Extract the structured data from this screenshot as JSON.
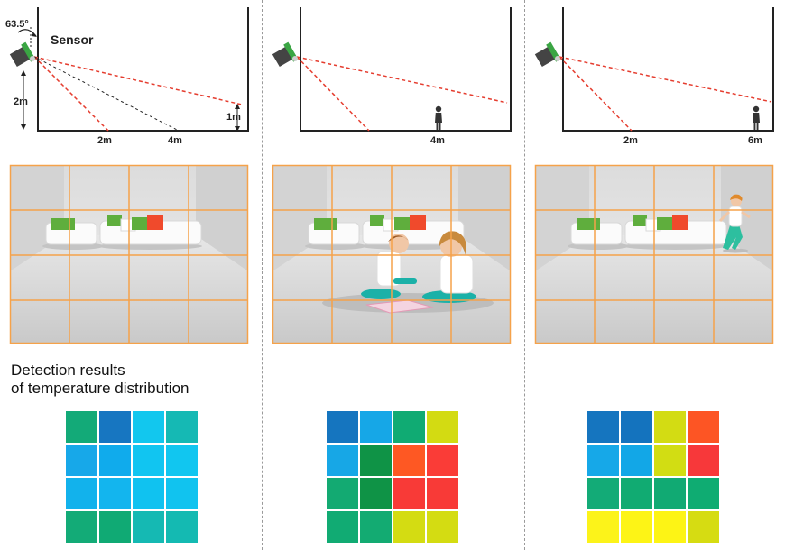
{
  "top_diagram": {
    "angle_label": "63.5°",
    "sensor_label": "Sensor",
    "height_label": "2m",
    "target_height_label": "1m",
    "panels": [
      {
        "distance_labels": [
          "2m",
          "4m"
        ],
        "has_person": false
      },
      {
        "distance_labels": [
          "4m"
        ],
        "has_person": true
      },
      {
        "distance_labels": [
          "2m",
          "6m"
        ],
        "has_person": true
      }
    ]
  },
  "caption": {
    "line1": "Detection results",
    "line2": "of temperature distribution"
  },
  "heatmaps": [
    {
      "name": "empty-room",
      "cells": [
        [
          "#13aa78",
          "#1776c1",
          "#12c7ee",
          "#15b9b4"
        ],
        [
          "#17a8e9",
          "#10abec",
          "#11c5f1",
          "#11c6f0"
        ],
        [
          "#12b2ec",
          "#13b5ee",
          "#10c2f0",
          "#11c3ef"
        ],
        [
          "#13ab77",
          "#10aa74",
          "#15b9b3",
          "#14bab2"
        ]
      ]
    },
    {
      "name": "two-children",
      "cells": [
        [
          "#1575bf",
          "#16a7e7",
          "#10ab73",
          "#d3db12"
        ],
        [
          "#17a7e6",
          "#0f9346",
          "#fe5823",
          "#fa3c37"
        ],
        [
          "#13aa72",
          "#0f9346",
          "#f83a37",
          "#f83a37"
        ],
        [
          "#11ab73",
          "#13ab72",
          "#d4dc12",
          "#d4dc12"
        ]
      ]
    },
    {
      "name": "walking-child",
      "cells": [
        [
          "#1575bf",
          "#1473be",
          "#d3dc13",
          "#fd5524"
        ],
        [
          "#16a8e8",
          "#12a7e7",
          "#d2dd13",
          "#f7383a"
        ],
        [
          "#13ab77",
          "#11ab72",
          "#11aa73",
          "#0fac72"
        ],
        [
          "#fcf31a",
          "#fdf416",
          "#fdf415",
          "#d6dc12"
        ]
      ]
    }
  ],
  "colors": {
    "sensor_body": "#444444",
    "sensor_lens": "#3aa543",
    "beam": "#e53d2f",
    "grid_overlay": "#f5a24a"
  }
}
